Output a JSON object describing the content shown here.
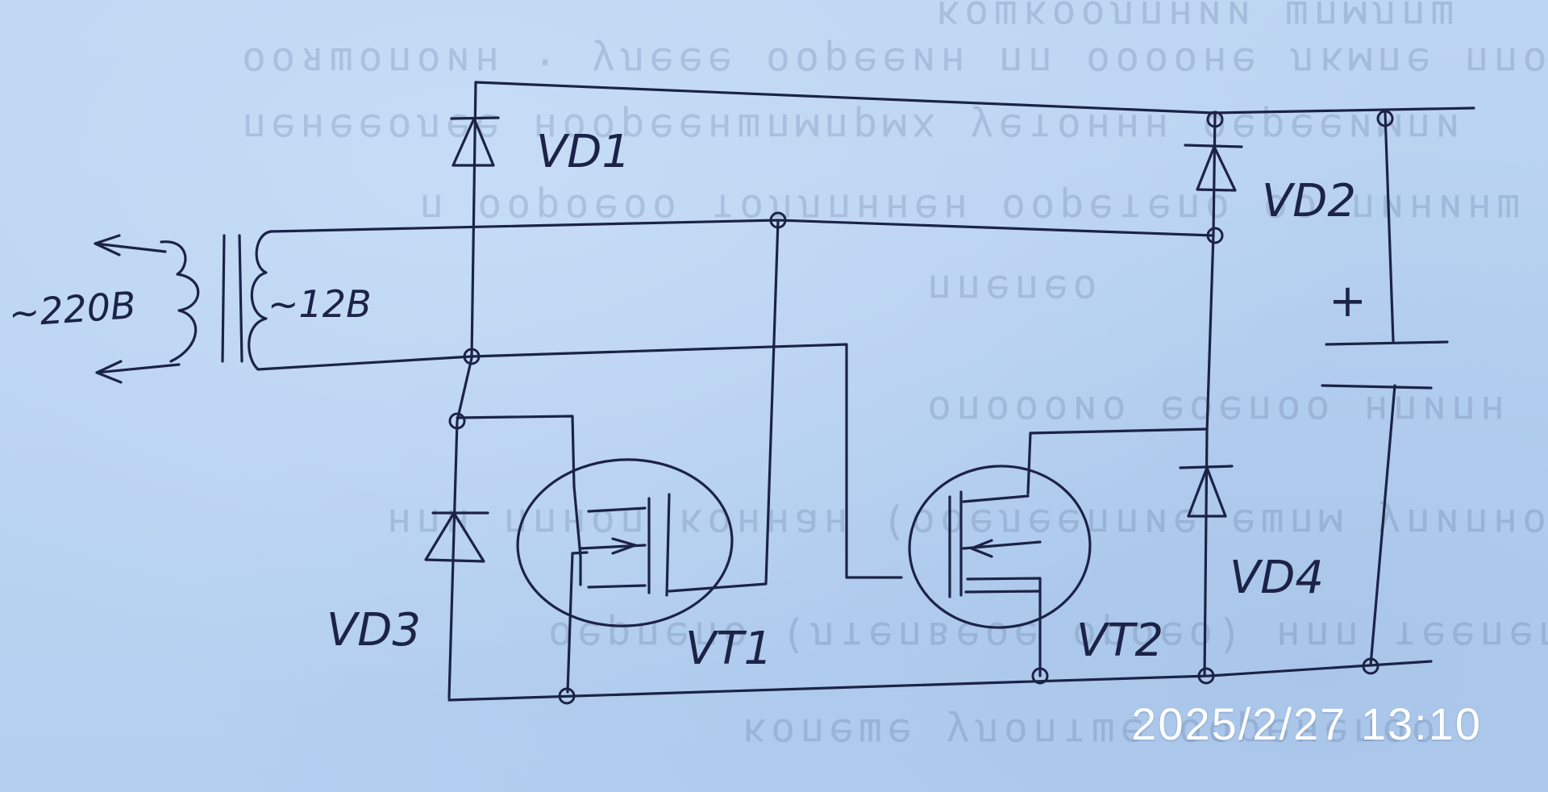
{
  "labels": {
    "vd1": "VD1",
    "vd2": "VD2",
    "vd3": "VD3",
    "vd4": "VD4",
    "vt1": "VT1",
    "vt2": "VT2",
    "ac_in": "~220В",
    "ac_out": "~12В",
    "plus": "+"
  },
  "timestamp": "2025/2/27 13:10",
  "colors": {
    "ink": "#1c2346",
    "paper": "#b9d3f1"
  }
}
